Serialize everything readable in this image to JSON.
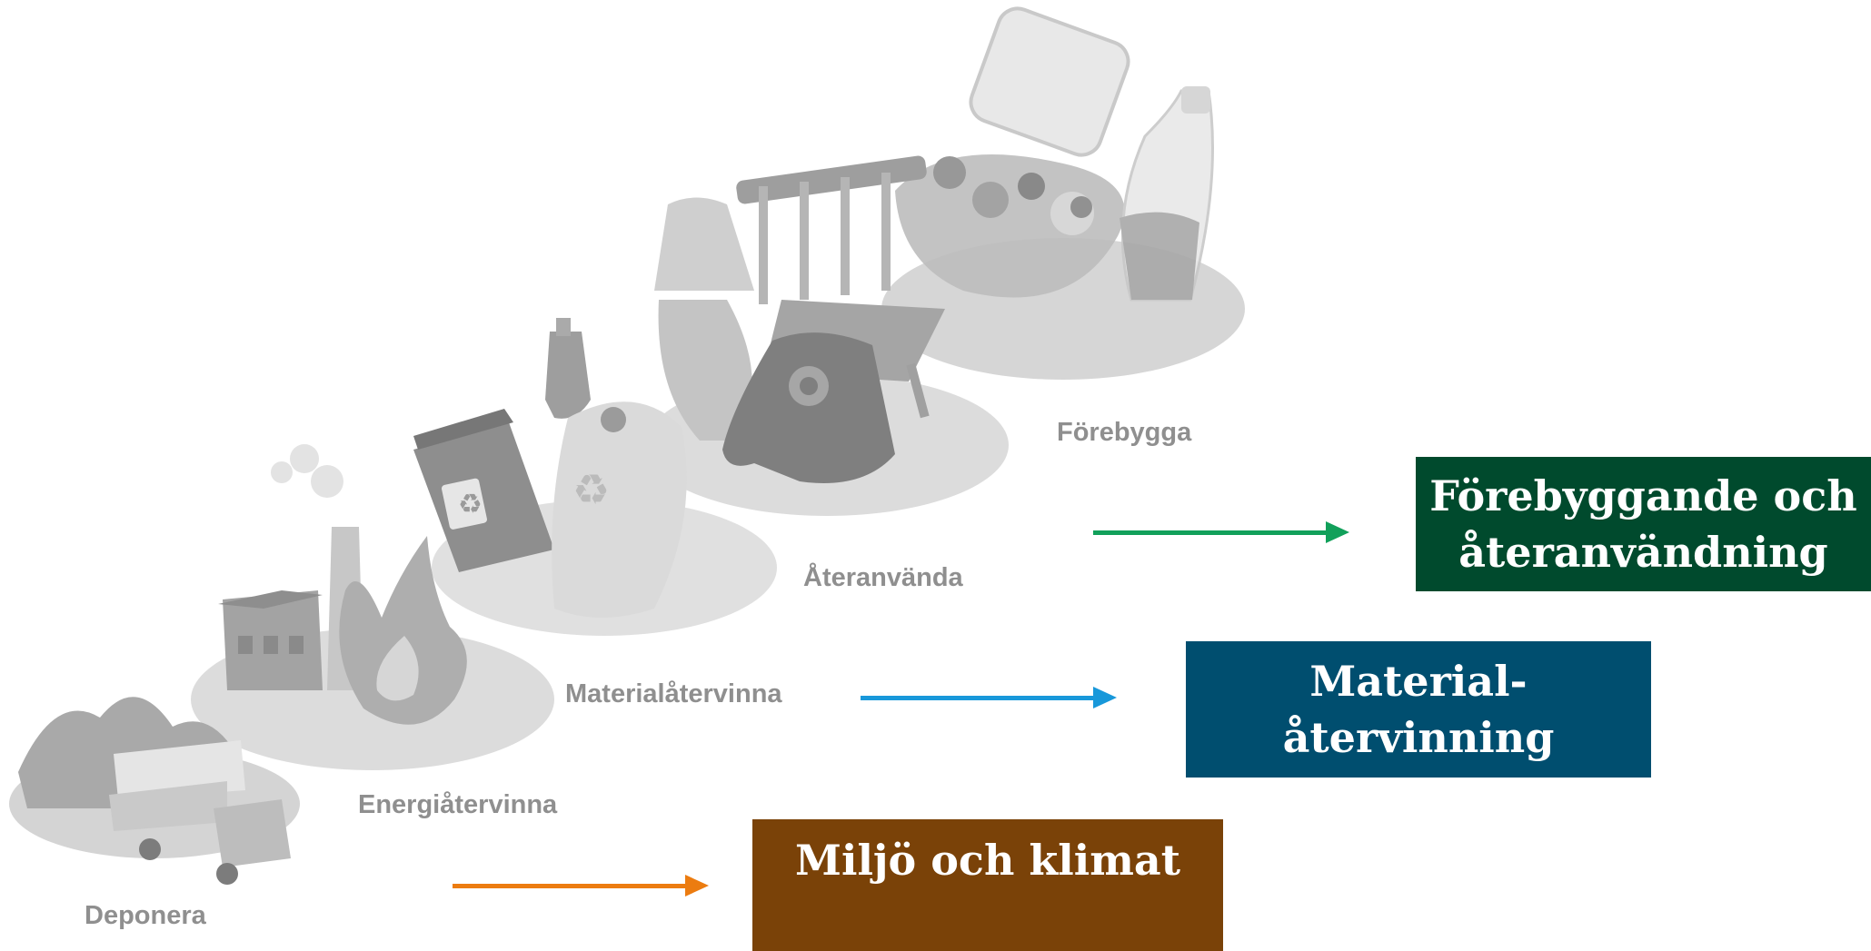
{
  "steps": {
    "deponera": "Deponera",
    "energi": "Energiåtervinna",
    "material": "Materialåtervinna",
    "ateranvanda": "Återanvända",
    "forebygga": "Förebygga"
  },
  "categories": {
    "forebyggande": {
      "line1": "Förebyggande och",
      "line2": "återanvändning",
      "color": "#004a2d"
    },
    "material": {
      "line1": "Material-",
      "line2": "återvinning",
      "color": "#004e6f"
    },
    "miljo": {
      "line1": "Miljö och klimat",
      "color": "#7a4208"
    }
  },
  "arrow_colors": {
    "green": "#11a05a",
    "blue": "#1898da",
    "orange": "#ec7c10"
  }
}
